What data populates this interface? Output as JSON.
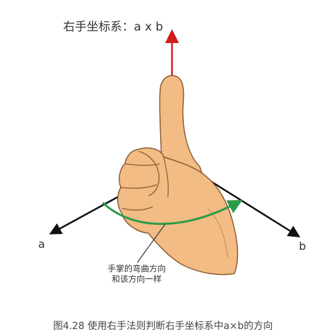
{
  "title": "右手坐标系：a x b",
  "axis_a_label": "a",
  "axis_b_label": "b",
  "note": {
    "line1": "手掌的弯曲方向",
    "line2": "和该方向一样"
  },
  "caption": "图4.28 使用右手法则判断右手坐标系中a×b的方向",
  "colors": {
    "skin": "#f2bc84",
    "outline": "#8a5a32",
    "result_vector": "#d11c1c",
    "curl_arrow": "#2e9a48",
    "axes": "#111111"
  }
}
